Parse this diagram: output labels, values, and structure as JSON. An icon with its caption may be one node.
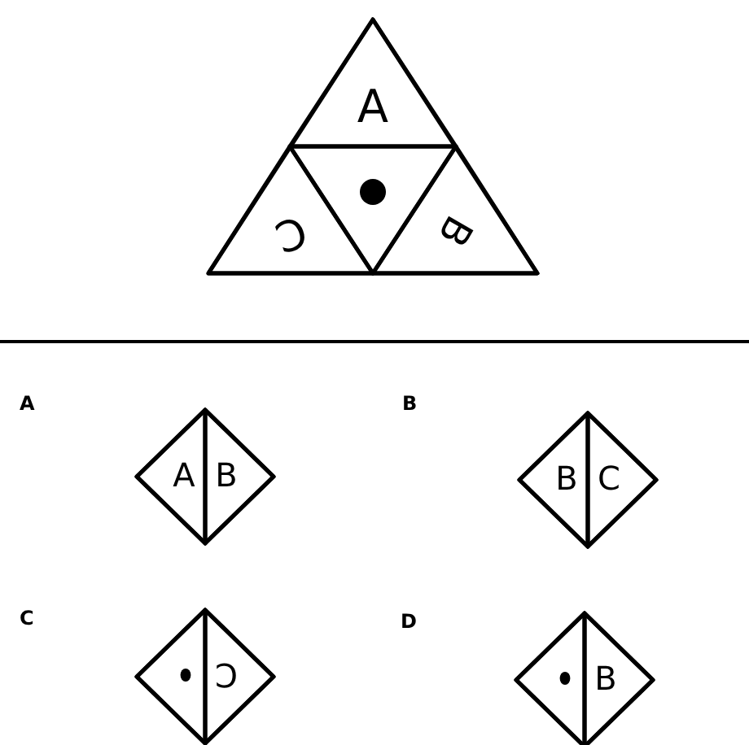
{
  "diagram": {
    "nodes": [
      {
        "text": [],
        "shape": "triangle"
      },
      {
        "text": [
          "A"
        ],
        "in": 0
      },
      {
        "text": [
          "C"
        ],
        "in": 0
      },
      {
        "text": [],
        "shape": "triangle",
        "in": 0
      },
      {
        "text": [
          "B"
        ],
        "in": 0
      },
      {
        "text": [],
        "shape": "diamond"
      },
      {
        "text": [
          "A"
        ],
        "in": 5
      },
      {
        "text": [
          "B"
        ],
        "in": 5
      },
      {
        "text": [],
        "shape": "diamond"
      },
      {
        "text": [
          "B"
        ],
        "in": 8
      },
      {
        "text": [
          "C"
        ],
        "in": 8
      },
      {
        "text": [],
        "shape": "diamond"
      },
      {
        "text": [],
        "shape": "triangle",
        "in": 11
      },
      {
        "text": [
          "C"
        ],
        "in": 11
      },
      {
        "text": [],
        "shape": "diamond"
      },
      {
        "text": [],
        "shape": "triangle",
        "in": 14
      },
      {
        "text": [
          "B"
        ],
        "in": 14
      }
    ],
    "edges": [],
    "labels": [
      "A",
      "B",
      "C",
      "D"
    ]
  }
}
